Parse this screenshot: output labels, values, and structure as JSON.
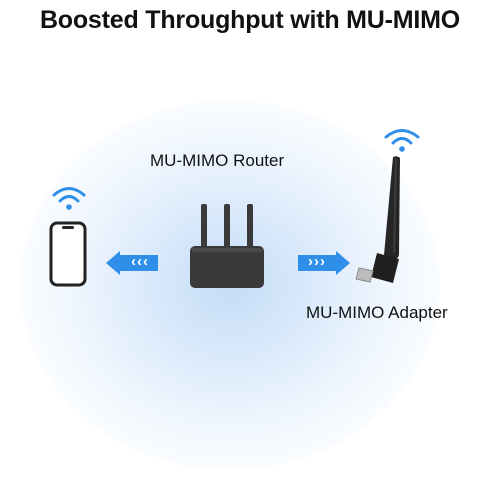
{
  "title": "Boosted Throughput with MU-MIMO",
  "router_label": "MU-MIMO Router",
  "adapter_label": "MU-MIMO Adapter",
  "left_arrow_glyphs": "‹‹‹",
  "right_arrow_glyphs": "›››",
  "colors": {
    "accent_blue": "#2f8fe8",
    "device_dark": "#3a3a3a",
    "glow": "#cfe3f9"
  },
  "icons": [
    "wifi-icon",
    "smartphone-icon",
    "router-icon",
    "usb-adapter-icon",
    "arrow-left-icon",
    "arrow-right-icon"
  ]
}
